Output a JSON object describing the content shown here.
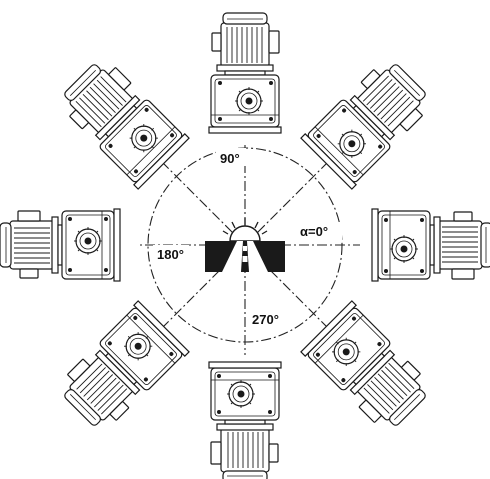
{
  "diagram": {
    "labels": {
      "a0": "α=0°",
      "a90": "90°",
      "a180": "180°",
      "a270": "270°"
    },
    "icons": {
      "center": "sun-over-road-icon",
      "units": "gear-motor-icon"
    },
    "colors": {
      "line": "#1a1a1a",
      "background": "#ffffff"
    }
  }
}
